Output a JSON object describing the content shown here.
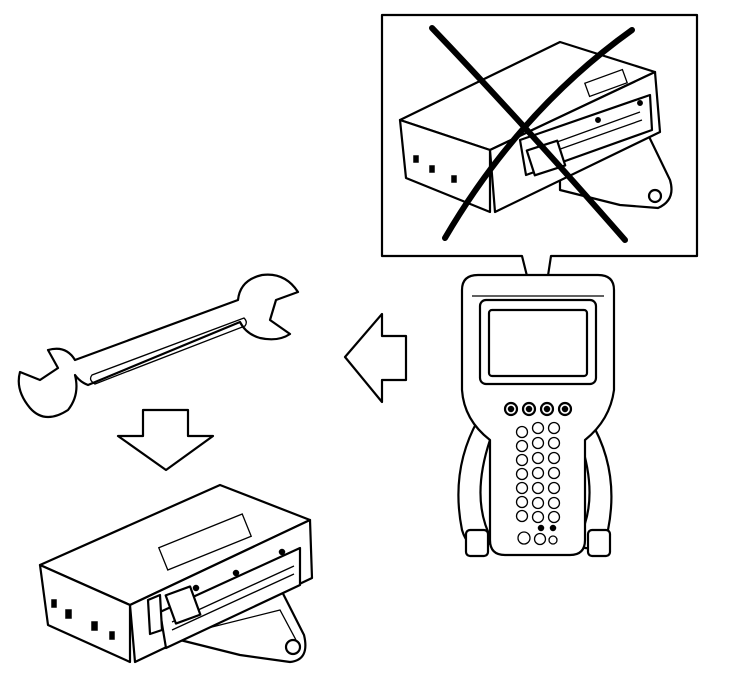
{
  "diagram": {
    "elements": [
      {
        "name": "prohibition-panel",
        "icon": "crossed-out-module-icon",
        "meaning": "not-allowed"
      },
      {
        "name": "scan-tool",
        "icon": "handheld-scan-tool-icon"
      },
      {
        "name": "left-arrow",
        "icon": "hollow-arrow-left-icon"
      },
      {
        "name": "wrench",
        "icon": "open-end-wrench-icon"
      },
      {
        "name": "down-arrow",
        "icon": "hollow-arrow-down-icon"
      },
      {
        "name": "control-module",
        "icon": "control-module-with-bracket-icon"
      }
    ],
    "colors": {
      "ink": "#000000",
      "paper": "#ffffff"
    }
  }
}
